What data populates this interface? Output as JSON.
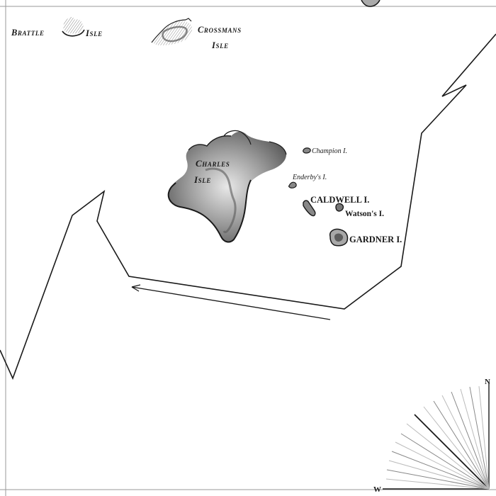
{
  "labels": {
    "brattle_a": "Brattle",
    "brattle_b": "Isle",
    "crossmans": "Crossmans",
    "crossmans_isle": "Isle",
    "charles": "Charles",
    "charles_isle": "Isle",
    "champion": "Champion I.",
    "enderby": "Enderby's I.",
    "caldwell": "CALDWELL I.",
    "watson": "Watson's I.",
    "gardner": "GARDNER I.",
    "compass_n": "N",
    "compass_w": "W"
  },
  "colors": {
    "ink": "#1a1a1a",
    "hachure": "#8a8a8a",
    "border": "#9a9a9a",
    "paper": "#ffffff"
  }
}
